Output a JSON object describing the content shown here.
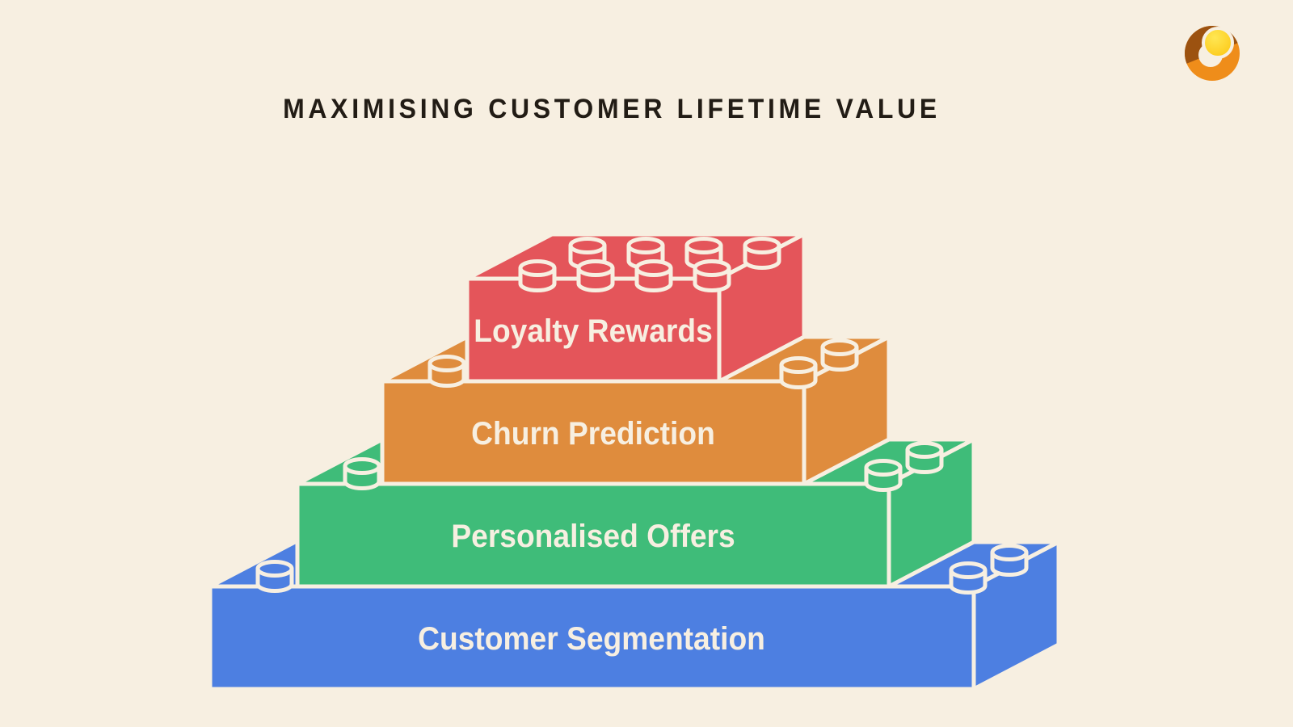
{
  "title": "MAXIMISING CUSTOMER LIFETIME VALUE",
  "brand": {
    "logo": "orange-ring-with-yellow-ball",
    "ring_color": "#ef8d1a",
    "ring_shadow_color": "#9c5210",
    "ball_color_light": "#ffe754",
    "ball_color": "#fcc50f"
  },
  "colors": {
    "background": "#f7efe1",
    "outline": "#f7efe1",
    "title_text": "#221c15",
    "label_text": "#f7efe1"
  },
  "diagram": {
    "type": "lego-brick-pyramid",
    "levels_bottom_to_top": [
      {
        "label": "Customer Segmentation",
        "color": "#4d7fe1"
      },
      {
        "label": "Personalised Offers",
        "color": "#3fbc79"
      },
      {
        "label": "Churn Prediction",
        "color": "#df8c3d"
      },
      {
        "label": "Loyalty Rewards",
        "color": "#e4555a"
      }
    ]
  }
}
